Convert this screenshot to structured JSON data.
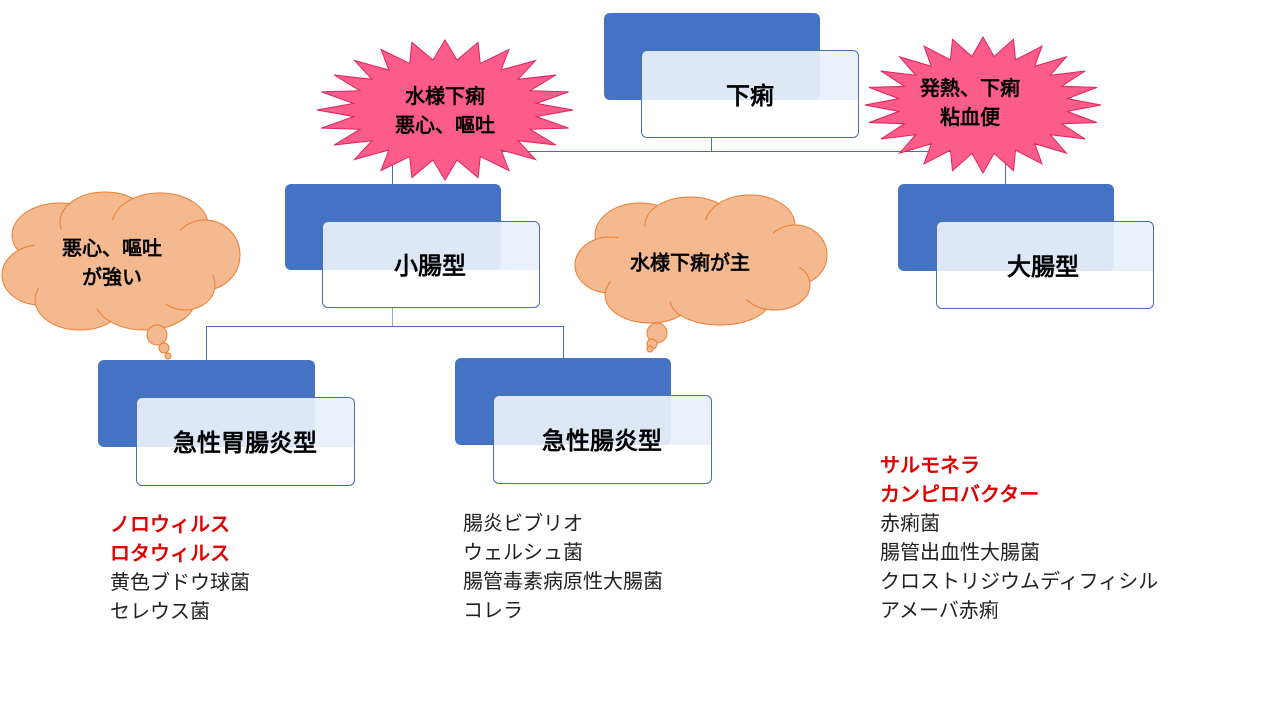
{
  "root": {
    "label": "下痢"
  },
  "branches": {
    "small_intestine": {
      "label": "小腸型"
    },
    "large_intestine": {
      "label": "大腸型"
    },
    "acute_gastroenteritis": {
      "label": "急性胃腸炎型"
    },
    "acute_enteritis": {
      "label": "急性腸炎型"
    }
  },
  "callouts": {
    "small_burst": {
      "lines": [
        "水様下痢",
        "悪心、嘔吐"
      ]
    },
    "large_burst": {
      "lines": [
        "発熱、下痢",
        "粘血便"
      ]
    },
    "gastro_cloud": {
      "lines": [
        "悪心、嘔吐",
        "が強い"
      ]
    },
    "enteritis_cloud": {
      "lines": [
        "水様下痢が主"
      ]
    }
  },
  "lists": {
    "gastroenteritis": {
      "highlighted": [
        "ノロウィルス",
        "ロタウィルス"
      ],
      "normal": [
        "黄色ブドウ球菌",
        "セレウス菌"
      ]
    },
    "enteritis": {
      "highlighted": [],
      "normal": [
        "腸炎ビブリオ",
        "ウェルシュ菌",
        "腸管毒素病原性大腸菌",
        "コレラ"
      ]
    },
    "large": {
      "highlighted": [
        "サルモネラ",
        "カンピロバクター"
      ],
      "normal": [
        "赤痢菌",
        "腸管出血性大腸菌",
        "クロストリジウムディフィシル",
        "アメーバ赤痢"
      ]
    }
  },
  "colors": {
    "box_blue": "#4472c4",
    "burst": "#fb5c8a",
    "cloud": "#f4b98f",
    "highlight": "#e00000"
  }
}
